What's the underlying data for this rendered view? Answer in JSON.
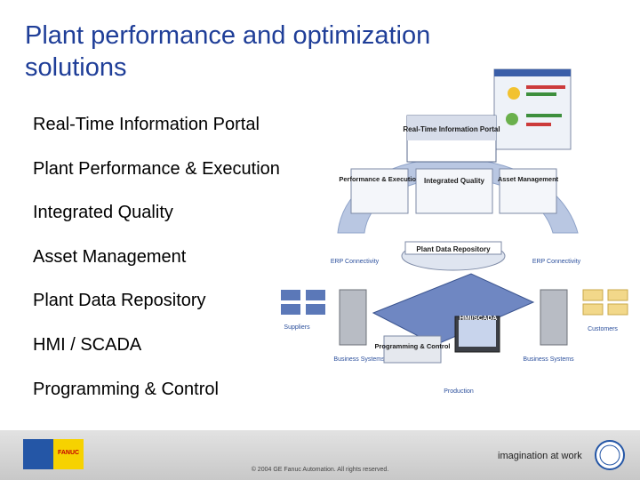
{
  "slide": {
    "title": "Plant performance and optimization solutions",
    "bullets": [
      "Real-Time Information Portal",
      "Plant Performance & Execution",
      "Integrated Quality",
      "Asset Management",
      "Plant Data Repository",
      "HMI / SCADA",
      "Programming & Control"
    ]
  },
  "diagram": {
    "portal": "Real-Time Information Portal",
    "perf": "Performance & Execution",
    "quality": "Integrated Quality",
    "asset": "Asset Management",
    "repo": "Plant Data Repository",
    "erp": "ERP Connectivity",
    "suppliers": "Suppliers",
    "customers": "Customers",
    "business": "Business Systems",
    "hmi": "HMI/SCADA",
    "prog": "Programming & Control",
    "production": "Production"
  },
  "footer": {
    "logo_text": "FANUC",
    "copyright": "© 2004 GE Fanuc Automation. All rights reserved.",
    "tagline": "imagination at work"
  },
  "colors": {
    "title": "#1f3e98",
    "arc": "#b9c7e2",
    "accent": "#2456a6"
  }
}
